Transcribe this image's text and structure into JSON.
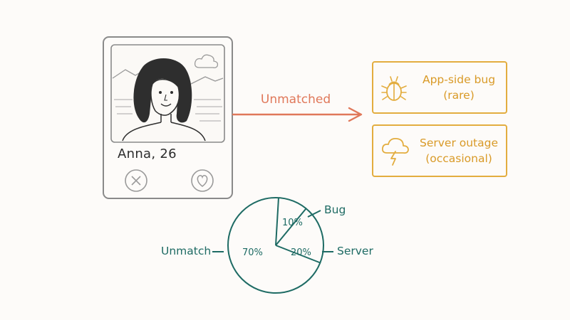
{
  "profile_card": {
    "name": "Anna, 26"
  },
  "flow": {
    "label": "Unmatched"
  },
  "causes": [
    {
      "title": "App-side bug",
      "note": "(rare)",
      "icon": "bug-icon"
    },
    {
      "title": "Server outage",
      "note": "(occasional)",
      "icon": "storm-cloud-icon"
    }
  ],
  "colors": {
    "flow": "#e0785a",
    "causes": "#e3ad3f",
    "pie": "#1e6b64",
    "card": "#8a8a8a"
  },
  "chart_data": {
    "type": "pie",
    "slices": [
      {
        "label": "Bug",
        "value": 10,
        "display": "10%"
      },
      {
        "label": "Server",
        "value": 20,
        "display": "20%"
      },
      {
        "label": "Unmatch",
        "value": 70,
        "display": "70%"
      }
    ]
  }
}
